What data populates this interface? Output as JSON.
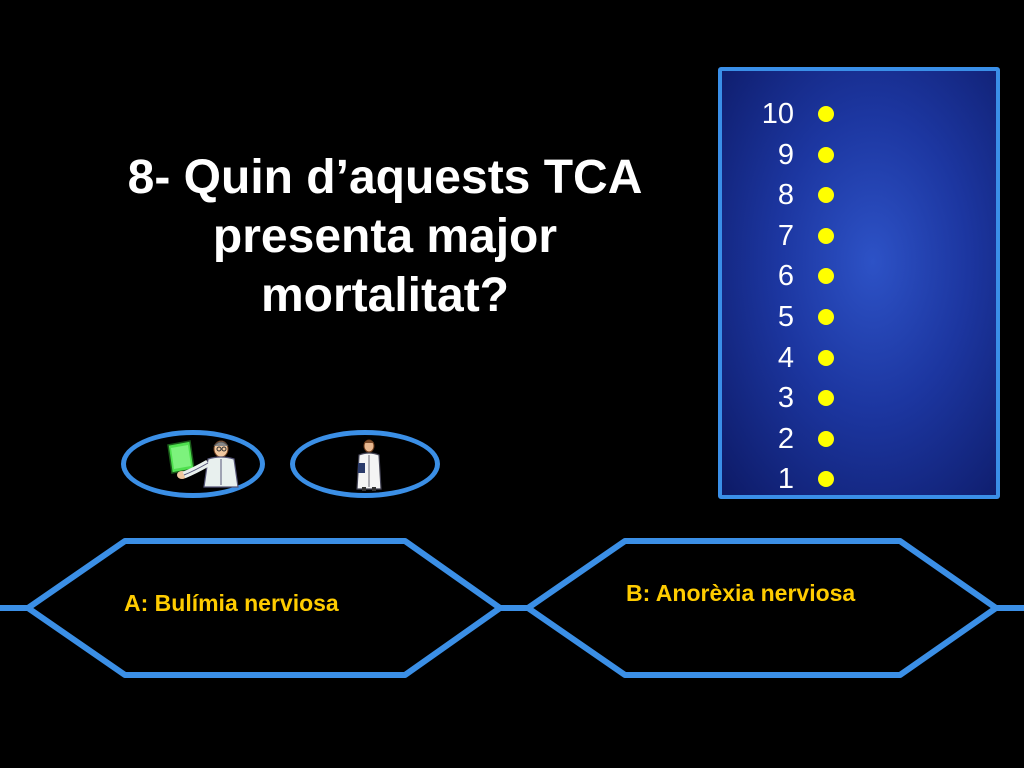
{
  "question": {
    "line1": "8- Quin d’aquests TCA",
    "line2": "presenta major",
    "line3": "mortalitat?"
  },
  "money_ladder": {
    "levels": [
      "10",
      "9",
      "8",
      "7",
      "6",
      "5",
      "4",
      "3",
      "2",
      "1"
    ],
    "dot_color": "#ffff00",
    "panel_color": "#1c36a0",
    "border_color": "#3a8fe8"
  },
  "lifelines": [
    {
      "icon": "doctor-xray-icon"
    },
    {
      "icon": "doctor-icon"
    }
  ],
  "answers": {
    "a": "A: Bulímia nerviosa",
    "b": "B: Anorèxia nerviosa",
    "text_color": "#ffcc00",
    "border_color": "#3b8fe6"
  }
}
